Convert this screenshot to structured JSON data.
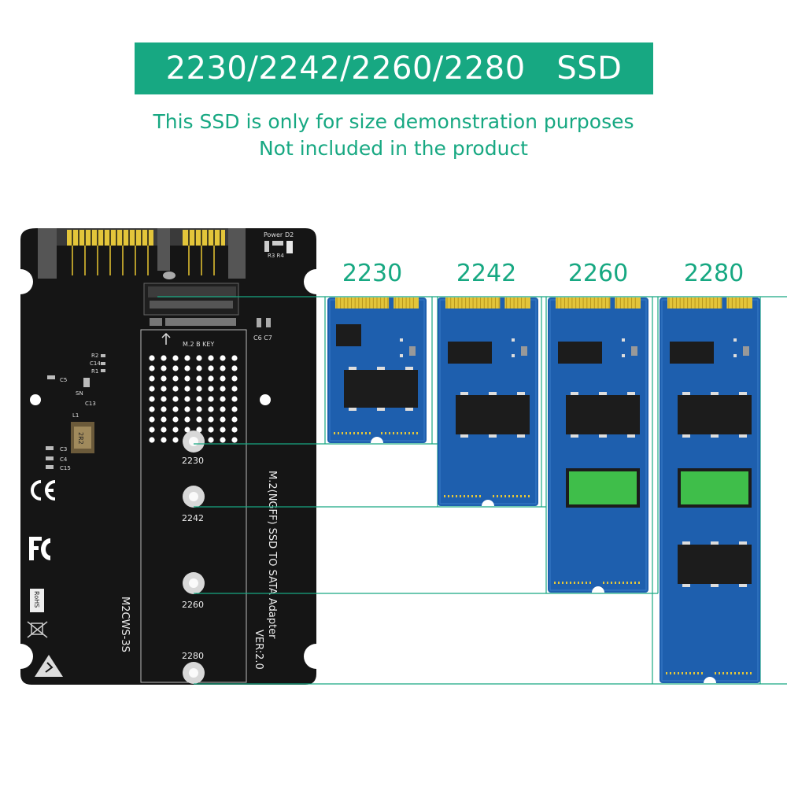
{
  "banner": {
    "title": "2230/2242/2260/2280   SSD"
  },
  "note": {
    "line1": "This SSD is only for size demonstration purposes",
    "line2": "Not included in the product"
  },
  "ssd_sizes": [
    "2230",
    "2242",
    "2260",
    "2280"
  ],
  "board": {
    "slot_label": "M.2  B  KEY",
    "mount_labels": [
      "2230",
      "2242",
      "2260",
      "2280"
    ],
    "product_name": "M.2(NGFF) SSD TO SATA Adapter",
    "version": "VER:2.0",
    "model": "M2CWS-3S",
    "power_led": "Power",
    "led_ref": "D2",
    "resistor_refs": "R3 R4",
    "cap_refs": "C6 C7",
    "small_refs": [
      "R2",
      "C14",
      "R1",
      "C5",
      "SN",
      "C13",
      "L1",
      "C3",
      "C4",
      "C15"
    ],
    "inductor_value": "2R2",
    "cert_rohs": "RoHS"
  },
  "colors": {
    "accent": "#17a882",
    "board": "#151515",
    "ssd_pcb": "#1e5fae",
    "gold": "#e3c53a"
  }
}
